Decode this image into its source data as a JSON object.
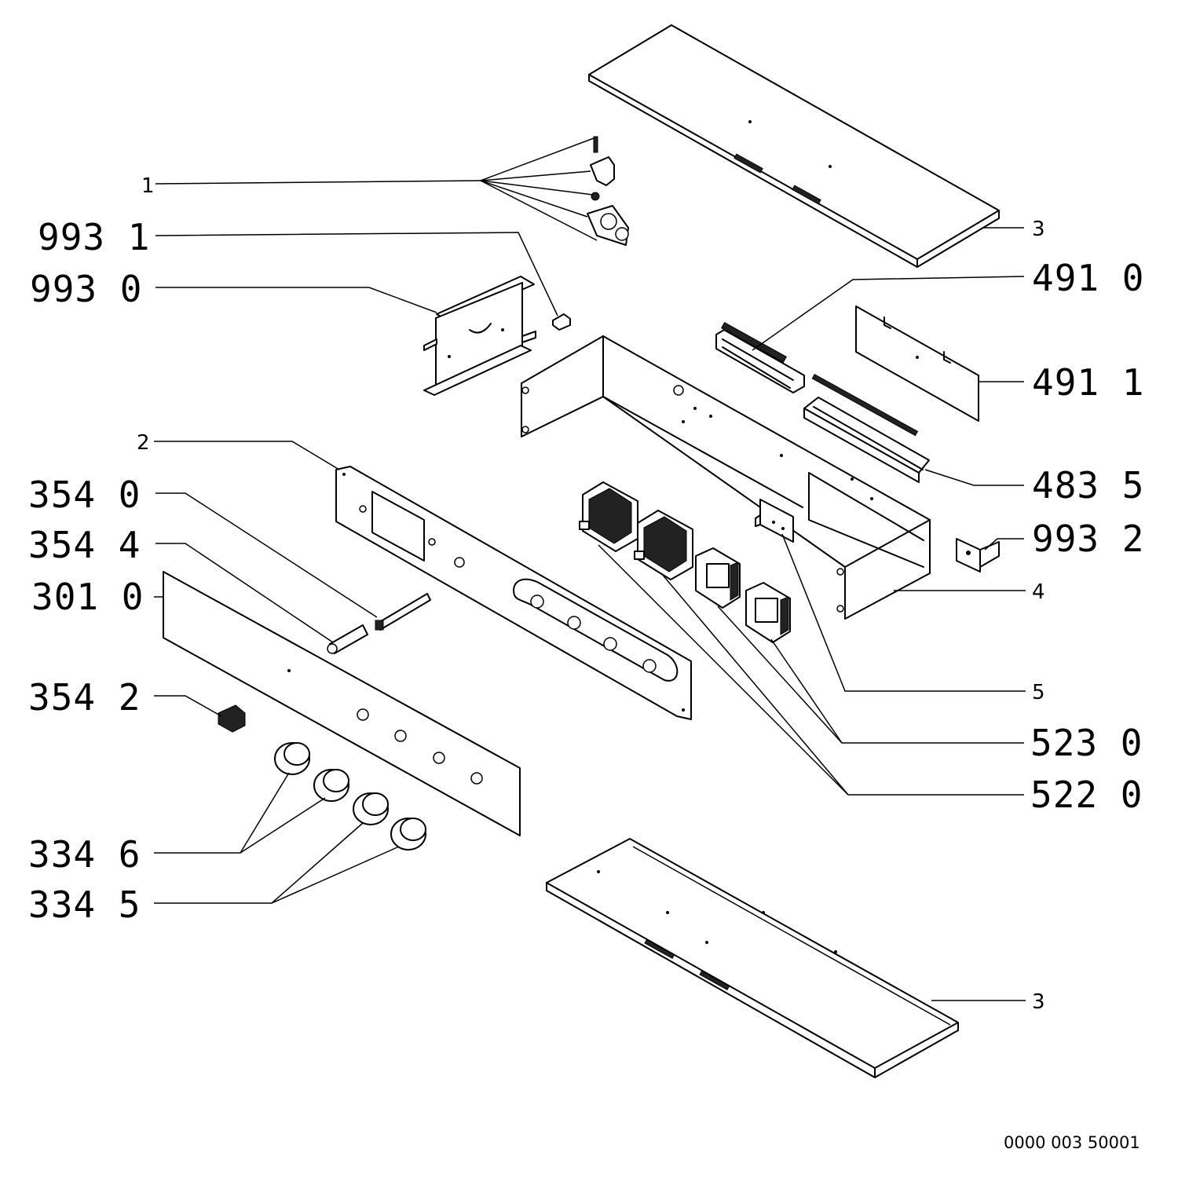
{
  "labels": {
    "l_1": "1",
    "l_993_1": "993 1",
    "l_993_0": "993 0",
    "l_2": "2",
    "l_354_0": "354 0",
    "l_354_4": "354 4",
    "l_301_0": "301 0",
    "l_354_2": "354 2",
    "l_334_6": "334 6",
    "l_334_5": "334 5",
    "l_3_top": "3",
    "l_491_0": "491 0",
    "l_491_1": "491 1",
    "l_483_5": "483 5",
    "l_993_2": "993 2",
    "l_4": "4",
    "l_5": "5",
    "l_523_0": "523 0",
    "l_522_0": "522 0",
    "l_3_bottom": "3"
  },
  "drawing_code": "0000 003 50001"
}
